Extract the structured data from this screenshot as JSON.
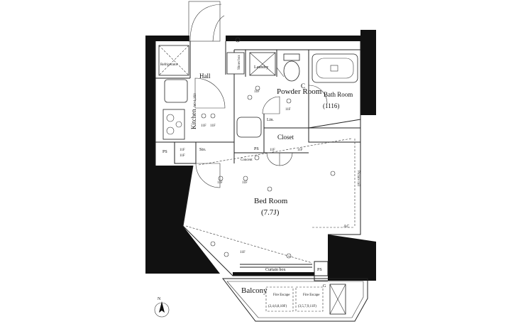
{
  "rooms": {
    "hall": "Hall",
    "kitchen": "Kitchen",
    "refrigerator": "Refrigerator",
    "laundry": "Laundry",
    "shoes_box": "Shoes box",
    "powder_room": "Powder Room",
    "bath_room": "Bath Room",
    "bath_size": "(1116)",
    "lin": "Lin.",
    "closet": "Closet",
    "sto": "Sto.",
    "ps": "PS",
    "bed_room": "Bed Room",
    "bed_size": "(7.7J)",
    "picture_rail": "Picture rail",
    "curtain_box": "Curtain box",
    "balcony": "Balcony",
    "fire_escape": "Fire Escape",
    "fire_escape_floors_1": "(2,4,6,8,10F)",
    "fire_escape_floors_2": "(3,5,7,9,11F)",
    "kitchen_width": "W=1,350",
    "c_mark": "C",
    "g_mark": "G",
    "ac": "AC",
    "concent": "Concent",
    "fixture_label": "11F",
    "north": "N"
  }
}
